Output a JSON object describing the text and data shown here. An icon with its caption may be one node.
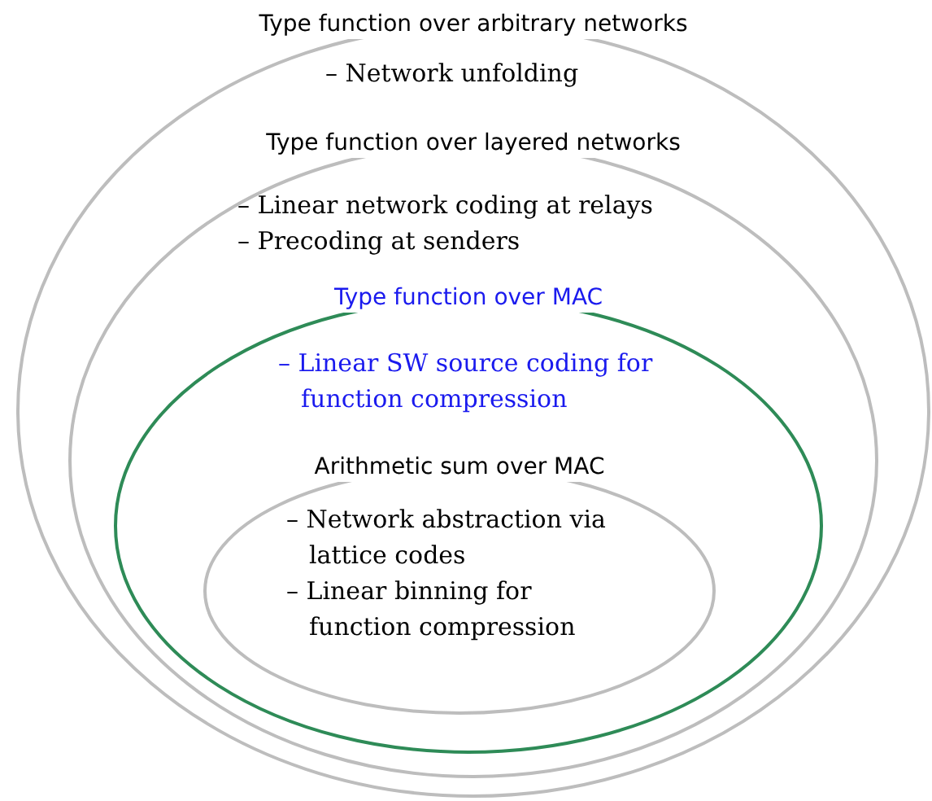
{
  "diagram": {
    "nodes": [
      {
        "text": [
          "Type function over arbitrary networks",
          "– Network unfolding"
        ]
      },
      {
        "text": [
          "Type function over layered networks",
          "– Linear network coding at relays",
          "– Precoding at senders"
        ],
        "in": 0
      },
      {
        "text": [
          "Type function over MAC",
          "– Linear SW source coding for function compression"
        ],
        "in": 1
      },
      {
        "text": [
          "Arithmetic sum over MAC",
          "– Network abstraction via lattice codes",
          "– Linear binning for function compression"
        ],
        "in": 2
      }
    ]
  }
}
